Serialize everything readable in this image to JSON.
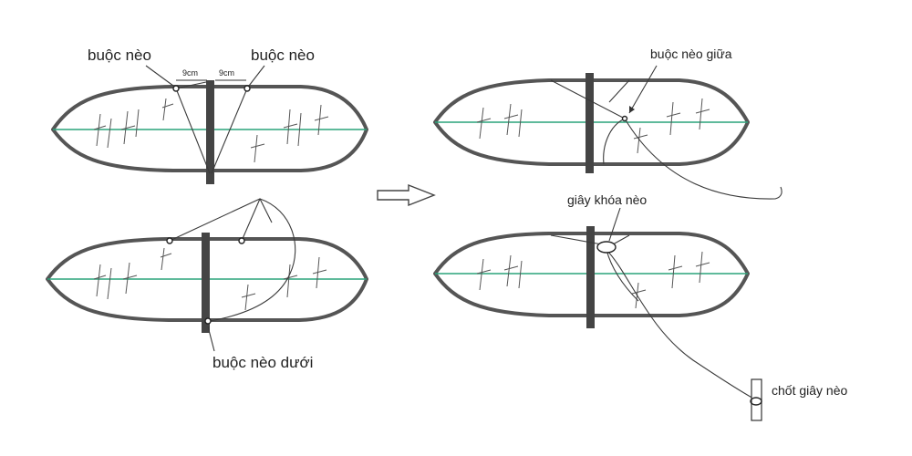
{
  "labels": {
    "buoc_neo_left": "buộc nèo",
    "buoc_neo_right": "buộc nèo",
    "dim_left": "9cm",
    "dim_right": "9cm",
    "buoc_neo_duoi": "buộc nèo dưới",
    "buoc_neo_giua": "buộc nèo giữa",
    "giay_khoa_neo": "giây khóa nèo",
    "chot_giay_neo": "chốt giây nèo"
  },
  "colors": {
    "hull": "#555555",
    "centerline": "#2aa37a",
    "string": "#3a3a3a"
  },
  "icons": {
    "arrow": "right-arrow-icon"
  }
}
